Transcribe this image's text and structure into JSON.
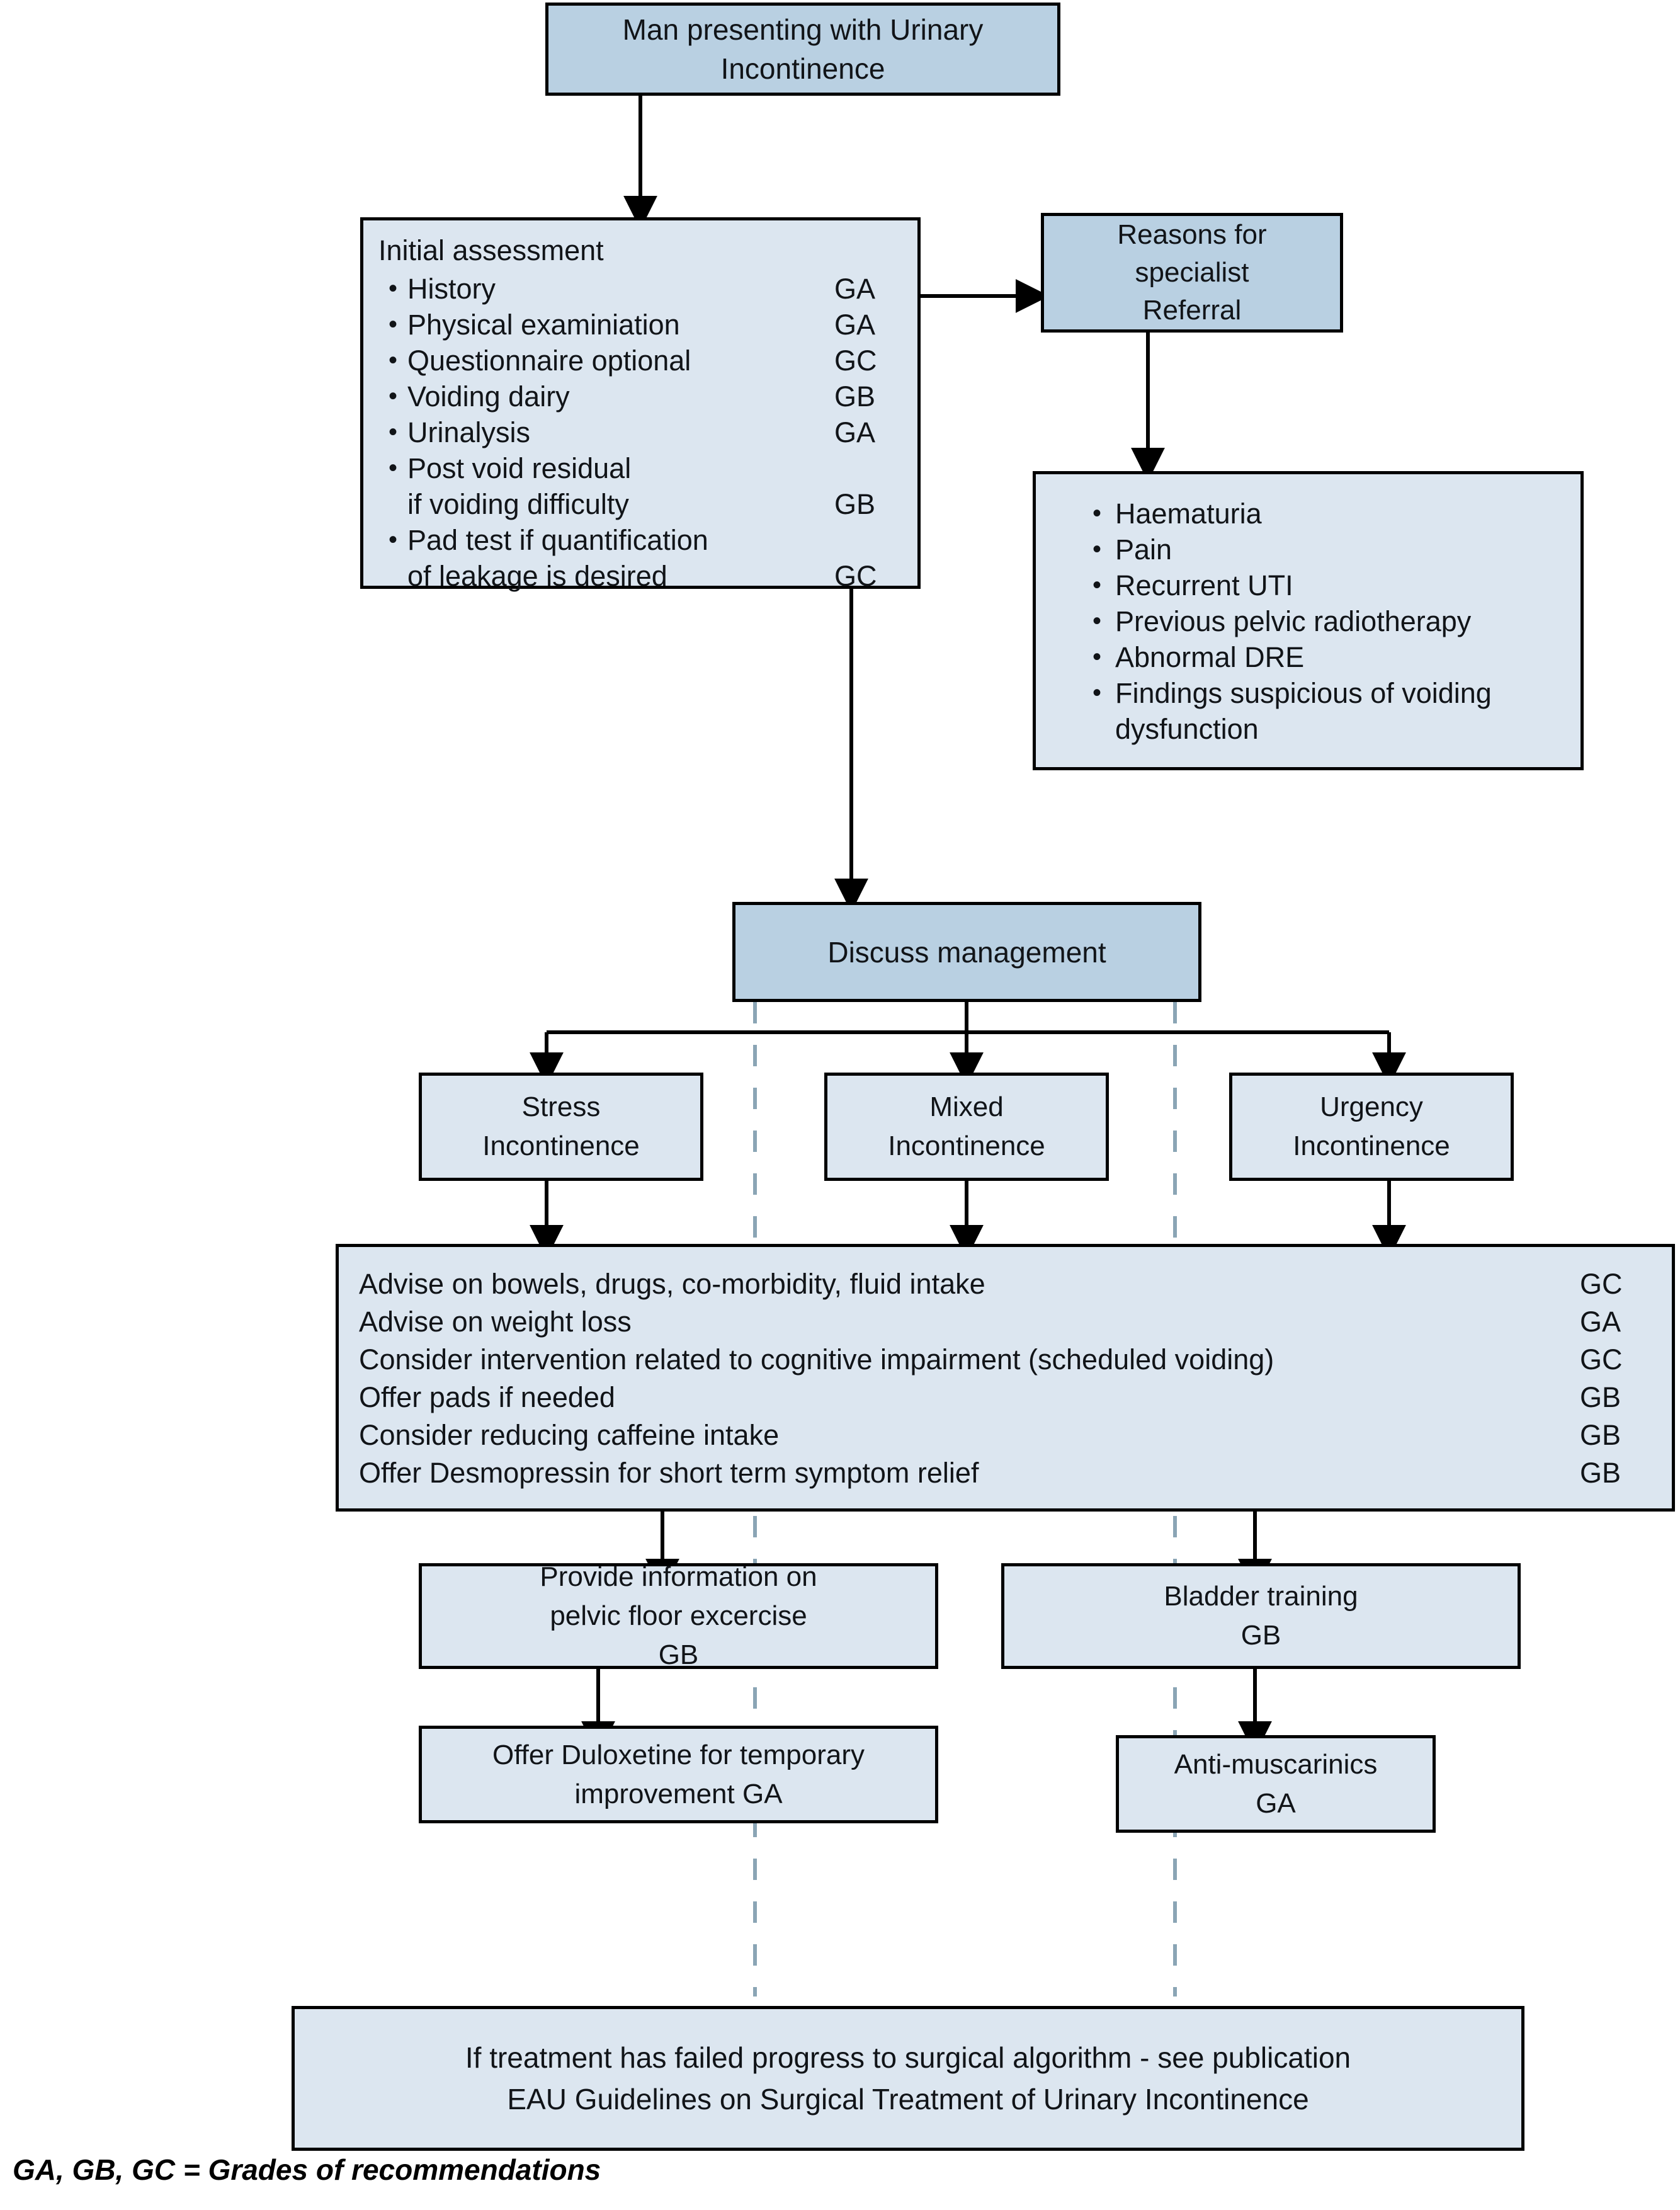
{
  "diagram": {
    "title": "Management algorithm for male urinary incontinence",
    "colors": {
      "box_fill_dark": "#b9d0e2",
      "box_fill_light": "#dce6f0",
      "box_border": "#000000",
      "connector": "#000000",
      "dashed_divider": "#8aa5b5",
      "text": "#111418",
      "background": "#ffffff"
    },
    "footnote": "GA, GB, GC = Grades of recommendations"
  },
  "entry": {
    "line1": "Man presenting with Urinary",
    "line2": "Incontinence"
  },
  "assessment": {
    "title": "Initial assessment",
    "items": [
      {
        "text": "History",
        "text2": "",
        "grade": "GA"
      },
      {
        "text": "Physical examiniation",
        "text2": "",
        "grade": "GA"
      },
      {
        "text": "Questionnaire optional",
        "text2": "",
        "grade": "GC"
      },
      {
        "text": "Voiding dairy",
        "text2": "",
        "grade": "GB"
      },
      {
        "text": "Urinalysis",
        "text2": "",
        "grade": "GA"
      },
      {
        "text": "Post void residual",
        "text2": "if voiding difficulty",
        "grade": "GB"
      },
      {
        "text": "Pad test if quantification",
        "text2": "of leakage is desired",
        "grade": "GC"
      }
    ]
  },
  "referral": {
    "line1": "Reasons for",
    "line2": "specialist",
    "line3": "Referral"
  },
  "referral_reasons": {
    "items": [
      {
        "text": "Haematuria",
        "text2": ""
      },
      {
        "text": "Pain",
        "text2": ""
      },
      {
        "text": "Recurrent UTI",
        "text2": ""
      },
      {
        "text": "Previous pelvic radiotherapy",
        "text2": ""
      },
      {
        "text": "Abnormal DRE",
        "text2": ""
      },
      {
        "text": "Findings suspicious of voiding",
        "text2": "dysfunction"
      }
    ]
  },
  "discuss": {
    "label": "Discuss management"
  },
  "types": {
    "stress": {
      "line1": "Stress",
      "line2": "Incontinence"
    },
    "mixed": {
      "line1": "Mixed",
      "line2": "Incontinence"
    },
    "urgency": {
      "line1": "Urgency",
      "line2": "Incontinence"
    }
  },
  "advice": {
    "rows": [
      {
        "text": "Advise on bowels, drugs, co-morbidity, fluid intake",
        "grade": "GC"
      },
      {
        "text": "Advise on weight loss",
        "grade": "GA"
      },
      {
        "text": "Consider intervention related to cognitive impairment (scheduled voiding)",
        "grade": "GC"
      },
      {
        "text": "Offer pads if needed",
        "grade": "GB"
      },
      {
        "text": "Consider reducing caffeine intake",
        "grade": "GB"
      },
      {
        "text": "Offer Desmopressin for short term symptom relief",
        "grade": "GB"
      }
    ]
  },
  "treatments": {
    "pelvic": {
      "line1": "Provide information on",
      "line2": "pelvic floor excercise",
      "line3": "GB"
    },
    "bladder": {
      "line1": "Bladder training",
      "line2": "GB"
    },
    "duloxetine": {
      "line1": "Offer Duloxetine for temporary",
      "line2": "improvement GA"
    },
    "antimuscarinics": {
      "line1": "Anti-muscarinics",
      "line2": "GA"
    }
  },
  "final": {
    "line1": "If treatment has failed progress to surgical algorithm - see publication",
    "line2": "EAU Guidelines on Surgical Treatment of Urinary Incontinence"
  }
}
